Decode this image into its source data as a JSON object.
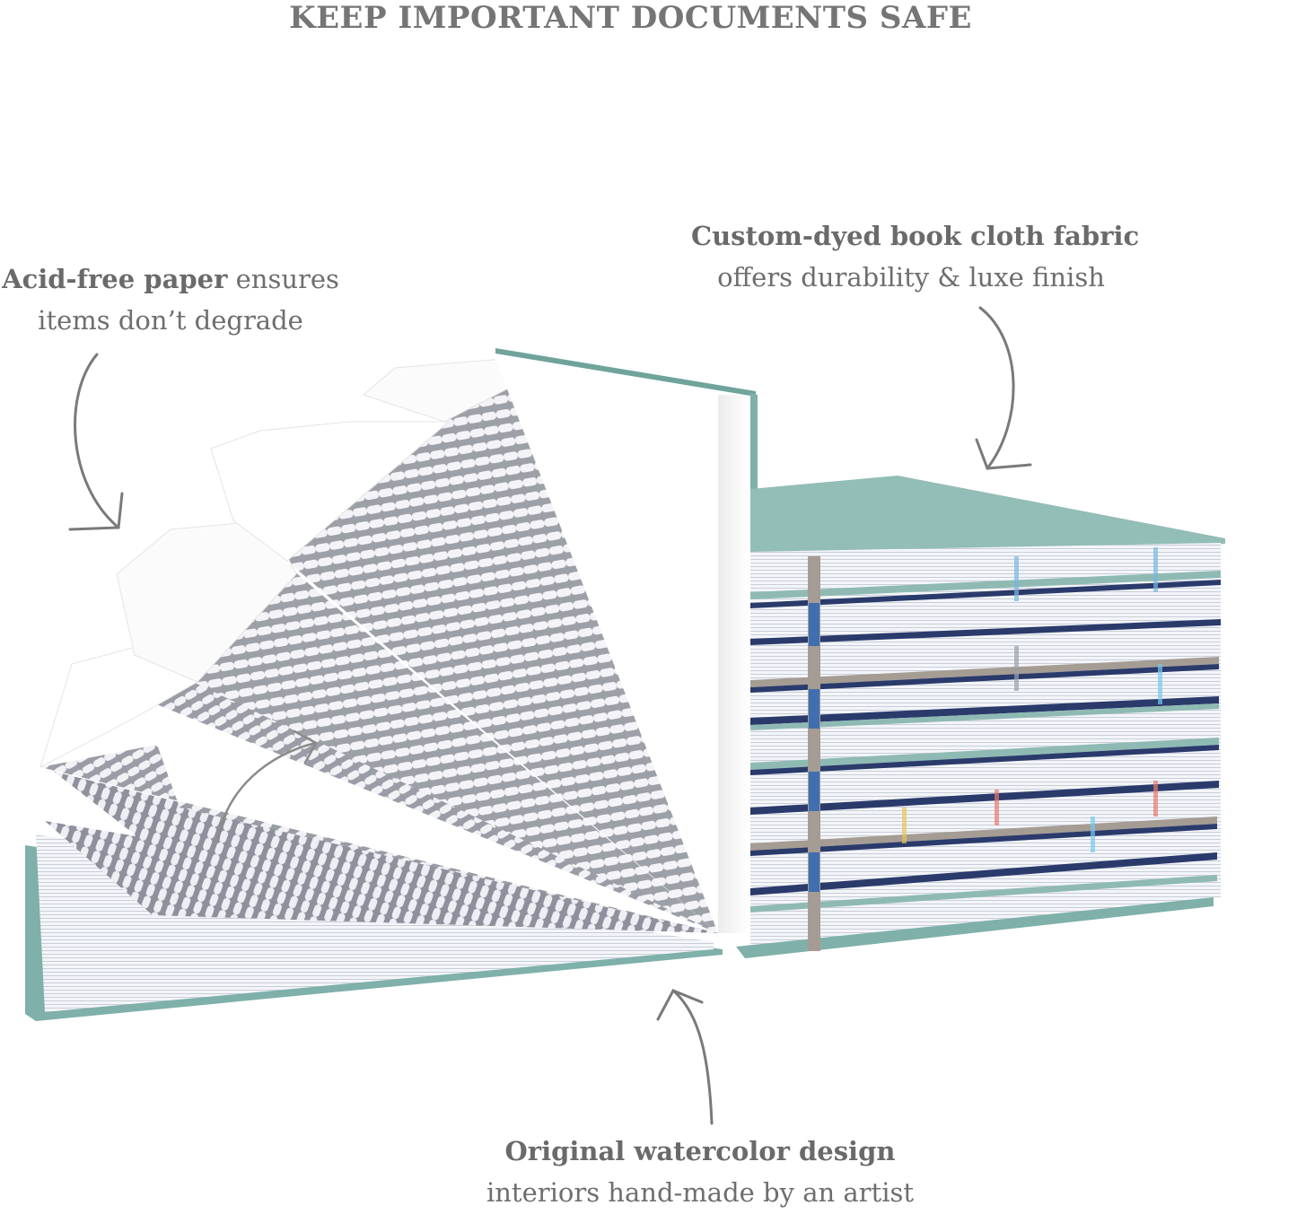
{
  "headline": "KEEP IMPORTANT DOCUMENTS SAFE",
  "callouts": [
    {
      "bold": "Acid-free paper",
      "rest": " ensures",
      "line2": "items don’t degrade"
    },
    {
      "bold": "Custom-dyed book cloth fabric",
      "line2": "offers durability & luxe finish"
    },
    {
      "bold": "Original watercolor design",
      "line2": "interiors hand-made by an artist"
    }
  ],
  "product": {
    "subject": "accordion-file-folder-book",
    "colors": {
      "cover_teal": "#8fbab4",
      "cover_teal_dark": "#6fa39c",
      "navy": "#2a3a6b",
      "elastic_taupe": "#a59c94",
      "elastic_blue": "#3f6fb0",
      "pattern_gray": "#9c9ca4",
      "paper_white": "#ffffff",
      "arrow_gray": "#7a7a7a"
    }
  }
}
